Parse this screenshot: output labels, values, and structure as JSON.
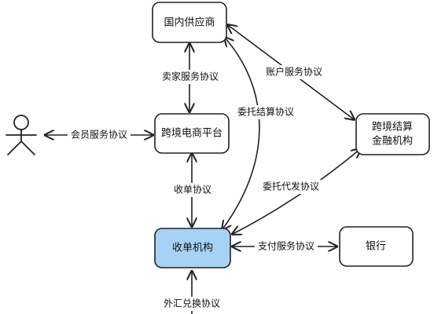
{
  "nodes": {
    "domestic_supplier": "国内供应商",
    "ecommerce_platform": "跨境电商平台",
    "acquirer": "收单机构",
    "fin_institution_line1": "跨境结算",
    "fin_institution_line2": "金融机构",
    "bank": "银行"
  },
  "edges": {
    "seller_service": "卖家服务协议",
    "member_service": "会员服务协议",
    "acquiring": "收单协议",
    "fx_exchange": "外汇兑换协议",
    "payment_service": "支付服务协议",
    "entrusted_settlement": "委托结算协议",
    "account_service": "账户服务协议",
    "entrusted_payment": "委托代发协议"
  },
  "colors": {
    "acquirer_fill": "#a6d3f5",
    "stroke": "#222222"
  }
}
